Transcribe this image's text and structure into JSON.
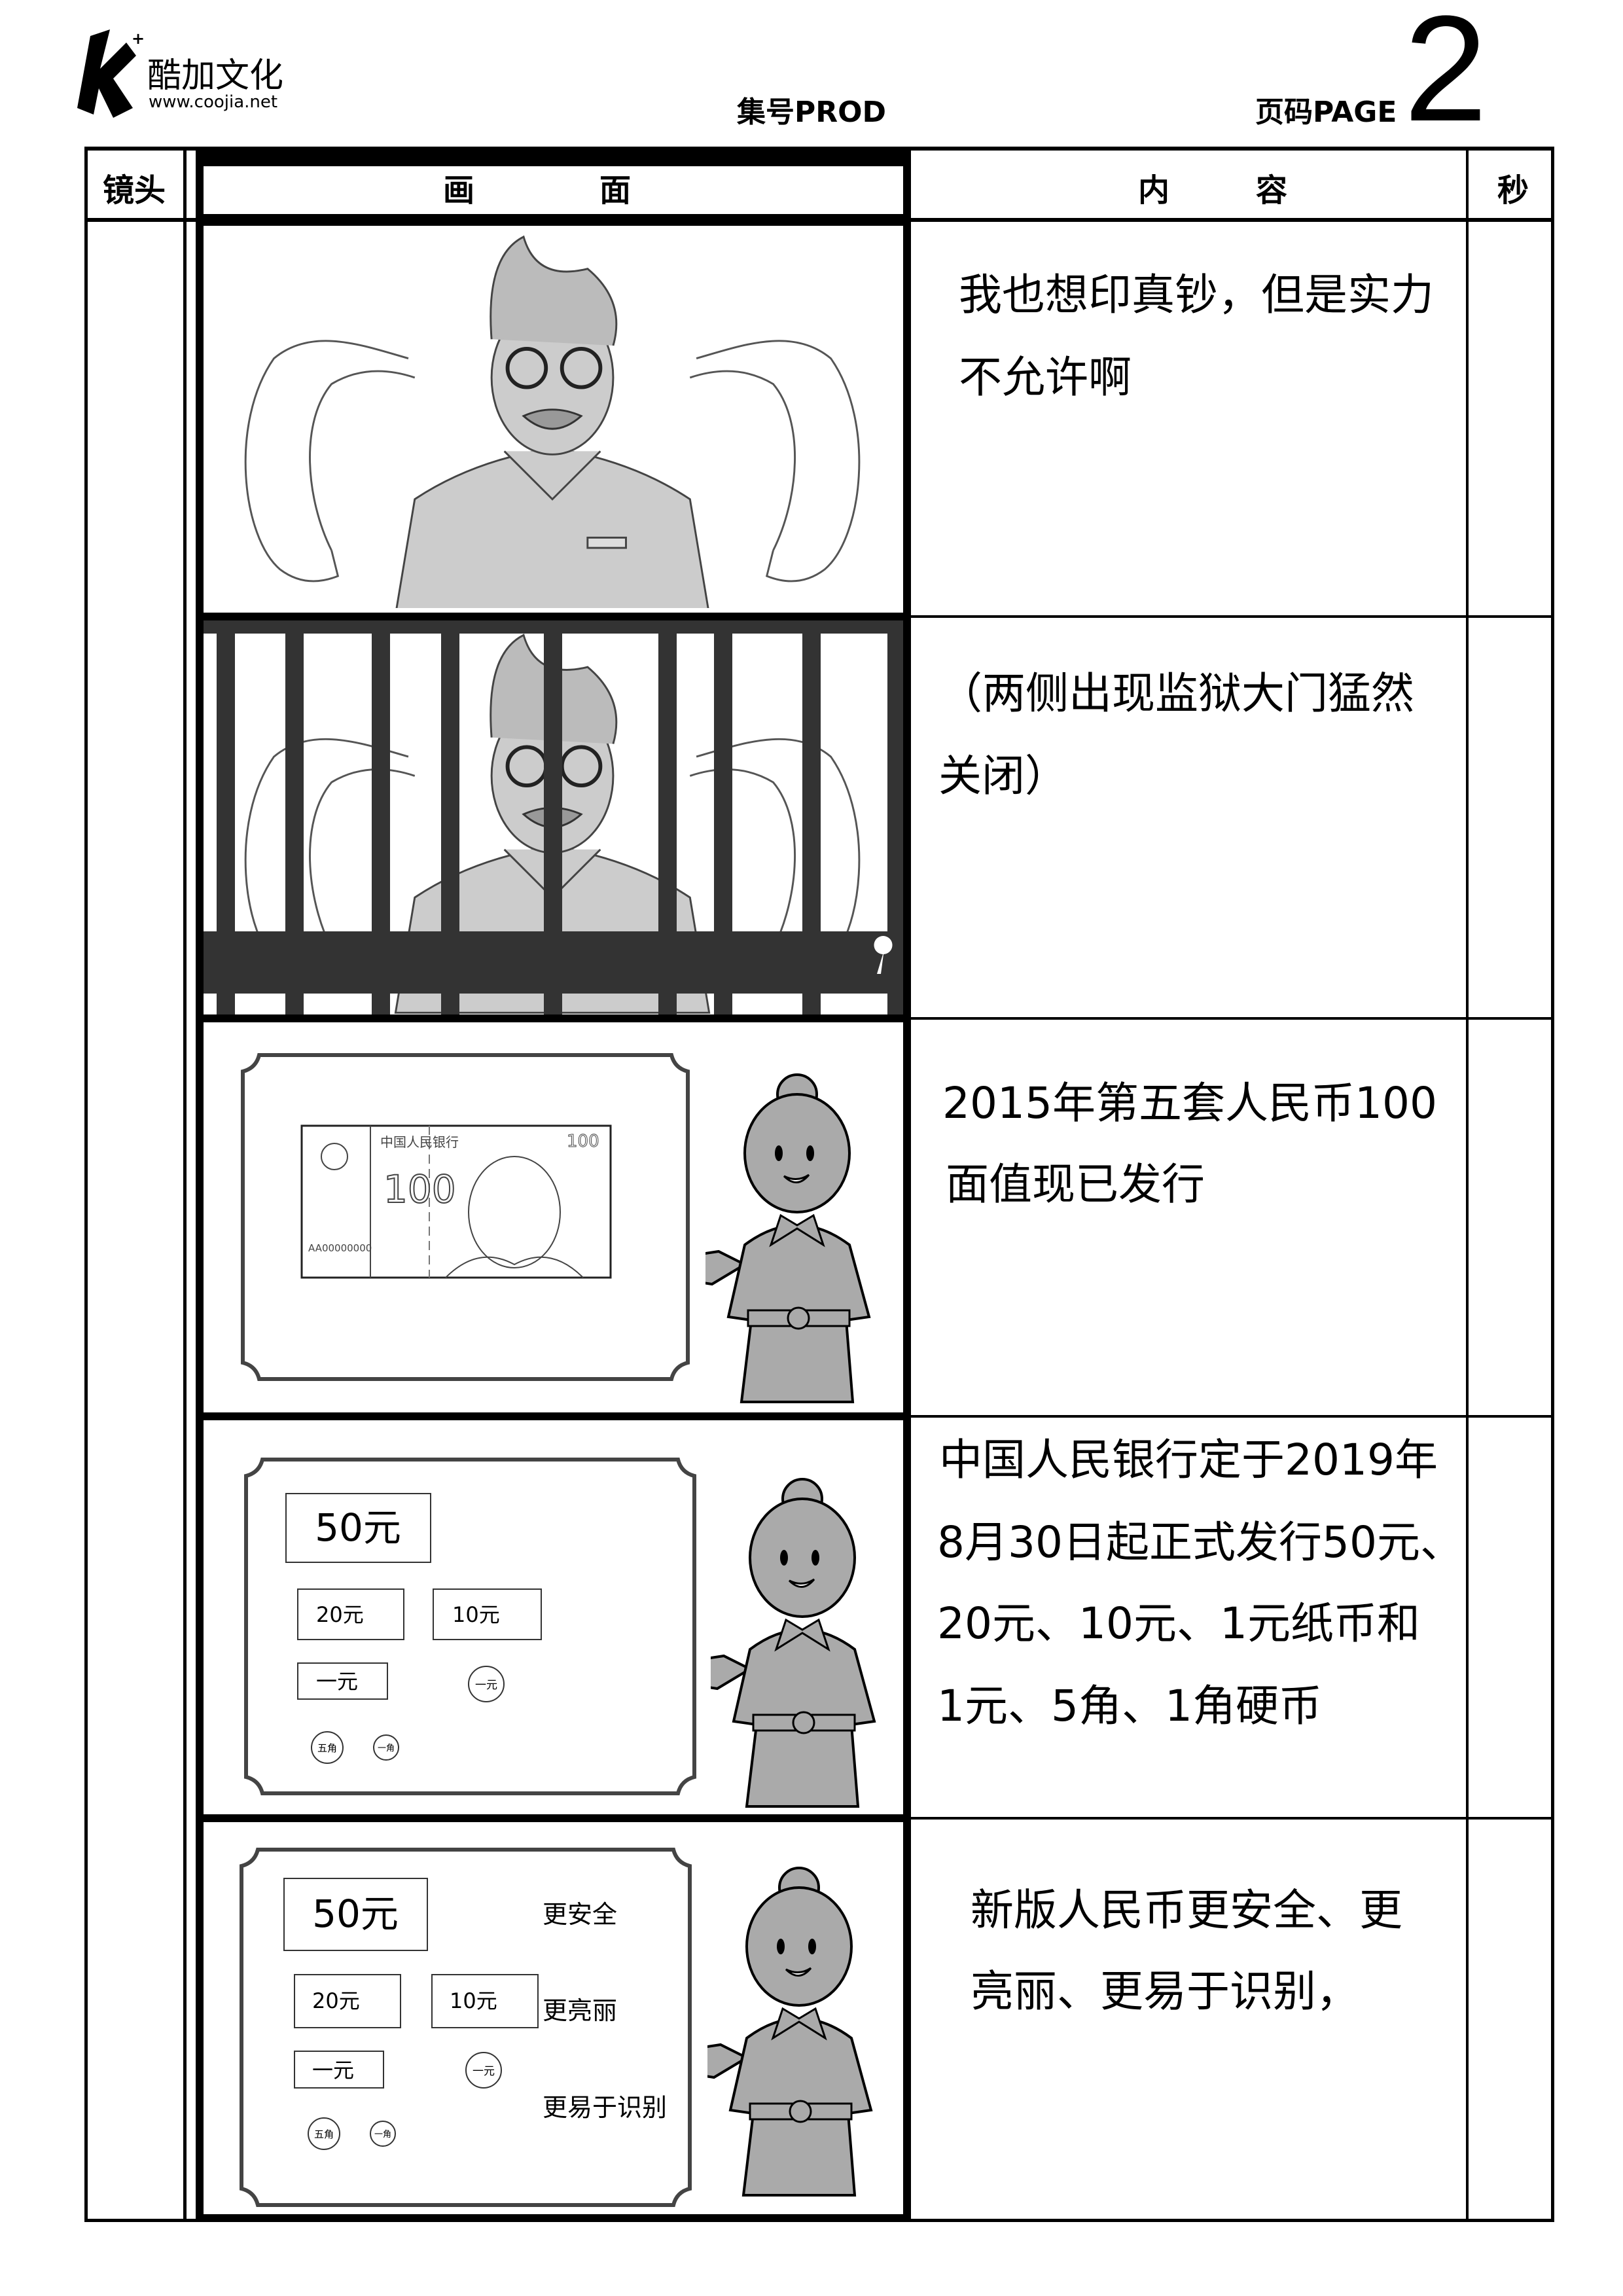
{
  "header": {
    "logo_cn": "酷加文化",
    "logo_url": "www.coojia.net",
    "episode_label": "集号PROD",
    "page_label": "页码PAGE",
    "page_number": "2"
  },
  "table": {
    "columns": {
      "shot": "镜头",
      "picture_1": "画",
      "picture_2": "面",
      "content_1": "内",
      "content_2": "容",
      "seconds": "秒"
    },
    "rows": [
      {
        "content": [
          "我也想印真钞，但是实力",
          "不允许啊"
        ]
      },
      {
        "content": [
          "（两侧出现监狱大门猛然",
          "关闭）"
        ]
      },
      {
        "content": [
          "2015年第五套人民币100",
          "面值现已发行"
        ],
        "banknote": {
          "bank": "中国人民银行",
          "value": "100",
          "serial": "AA00000000"
        }
      },
      {
        "content": [
          "中国人民银行定于2019年",
          "8月30日起正式发行50元、",
          "20元、10元、1元纸币和",
          "1元、5角、1角硬币"
        ],
        "board": {
          "b50": "50元",
          "b20": "20元",
          "b10": "10元",
          "b1": "一元",
          "c1": "一元",
          "c5j": "五角",
          "c1j": "一角"
        }
      },
      {
        "content": [
          "新版人民币更安全、更",
          "亮丽、更易于识别，"
        ],
        "board": {
          "b50": "50元",
          "b20": "20元",
          "b10": "10元",
          "b1": "一元",
          "c1": "一元",
          "c5j": "五角",
          "c1j": "一角"
        },
        "labels": [
          "更安全",
          "更亮丽",
          "更易于识别"
        ]
      }
    ]
  }
}
